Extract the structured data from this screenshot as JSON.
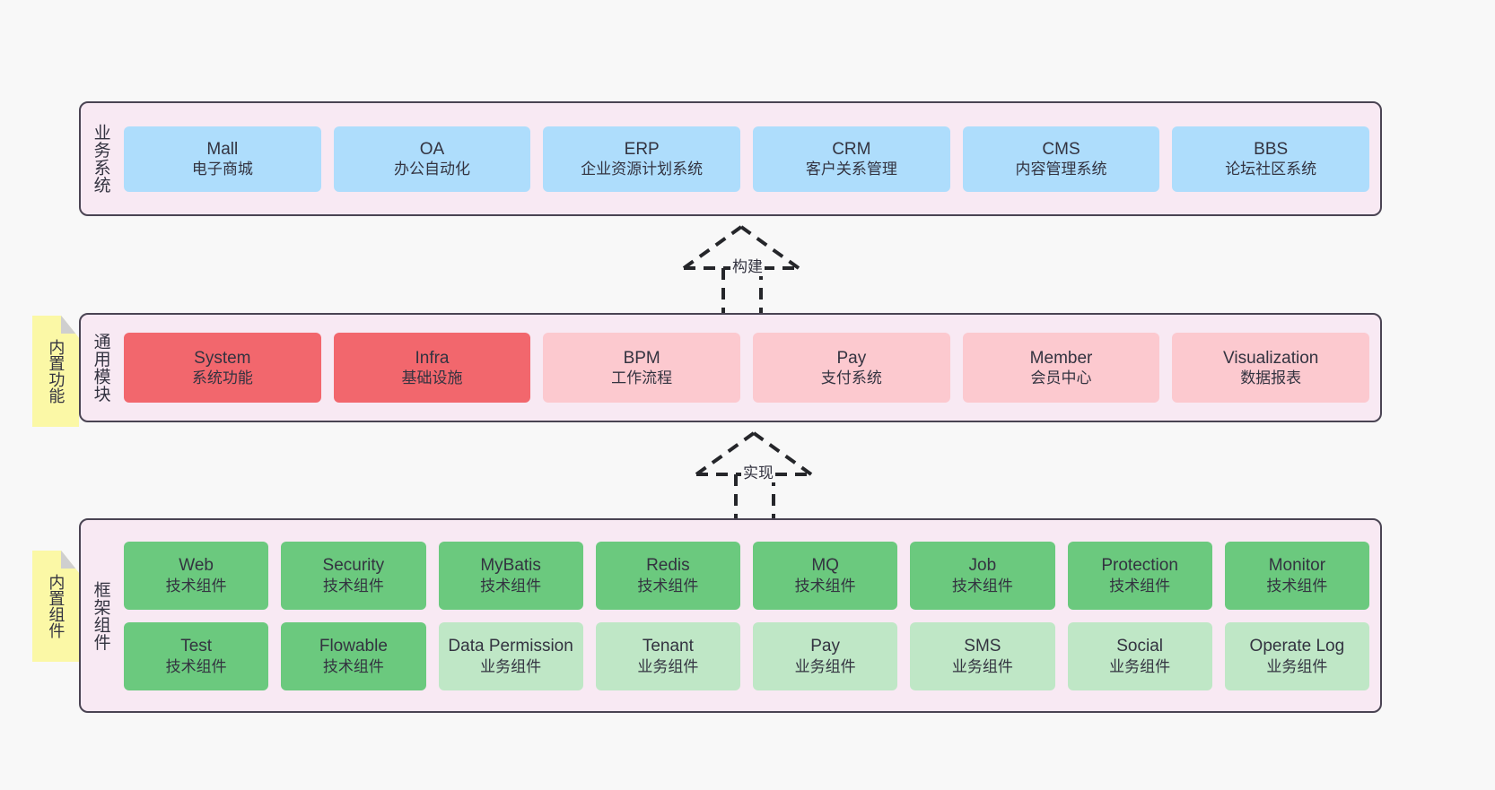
{
  "diagram": {
    "title": "",
    "colors": {
      "layer_background": "#f8e9f3",
      "layer_border": "#4a4453",
      "business_node": "#aeddfc",
      "common_core_node": "#f2676d",
      "common_optional_node": "#fcc9cf",
      "framework_tech_node": "#6bc97e",
      "framework_business_node": "#bfe7c6",
      "sticky_note": "#fbf8a6",
      "canvas": "#f8f8f8"
    }
  },
  "layers": {
    "business": {
      "title": "业务系统",
      "sticky": null,
      "nodes": [
        {
          "title": "Mall",
          "sub": "电子商城",
          "style": "blue"
        },
        {
          "title": "OA",
          "sub": "办公自动化",
          "style": "blue"
        },
        {
          "title": "ERP",
          "sub": "企业资源计划系统",
          "style": "blue"
        },
        {
          "title": "CRM",
          "sub": "客户关系管理",
          "style": "blue"
        },
        {
          "title": "CMS",
          "sub": "内容管理系统",
          "style": "blue"
        },
        {
          "title": "BBS",
          "sub": "论坛社区系统",
          "style": "blue"
        }
      ]
    },
    "common": {
      "title": "通用模块",
      "sticky": "内置功能",
      "nodes": [
        {
          "title": "System",
          "sub": "系统功能",
          "style": "red-strong"
        },
        {
          "title": "Infra",
          "sub": "基础设施",
          "style": "red-strong"
        },
        {
          "title": "BPM",
          "sub": "工作流程",
          "style": "red-light"
        },
        {
          "title": "Pay",
          "sub": "支付系统",
          "style": "red-light"
        },
        {
          "title": "Member",
          "sub": "会员中心",
          "style": "red-light"
        },
        {
          "title": "Visualization",
          "sub": "数据报表",
          "style": "red-light"
        }
      ]
    },
    "framework": {
      "title": "框架组件",
      "sticky": "内置组件",
      "rows": [
        [
          {
            "title": "Web",
            "sub": "技术组件",
            "style": "green-strong"
          },
          {
            "title": "Security",
            "sub": "技术组件",
            "style": "green-strong"
          },
          {
            "title": "MyBatis",
            "sub": "技术组件",
            "style": "green-strong"
          },
          {
            "title": "Redis",
            "sub": "技术组件",
            "style": "green-strong"
          },
          {
            "title": "MQ",
            "sub": "技术组件",
            "style": "green-strong"
          },
          {
            "title": "Job",
            "sub": "技术组件",
            "style": "green-strong"
          },
          {
            "title": "Protection",
            "sub": "技术组件",
            "style": "green-strong"
          },
          {
            "title": "Monitor",
            "sub": "技术组件",
            "style": "green-strong"
          }
        ],
        [
          {
            "title": "Test",
            "sub": "技术组件",
            "style": "green-strong"
          },
          {
            "title": "Flowable",
            "sub": "技术组件",
            "style": "green-strong"
          },
          {
            "title": "Data Permission",
            "sub": "业务组件",
            "style": "green-light"
          },
          {
            "title": "Tenant",
            "sub": "业务组件",
            "style": "green-light"
          },
          {
            "title": "Pay",
            "sub": "业务组件",
            "style": "green-light"
          },
          {
            "title": "SMS",
            "sub": "业务组件",
            "style": "green-light"
          },
          {
            "title": "Social",
            "sub": "业务组件",
            "style": "green-light"
          },
          {
            "title": "Operate Log",
            "sub": "业务组件",
            "style": "green-light"
          }
        ]
      ]
    }
  },
  "connectors": [
    {
      "name": "build",
      "label": "构建",
      "from": "common",
      "to": "business"
    },
    {
      "name": "implement",
      "label": "实现",
      "from": "framework",
      "to": "common"
    }
  ]
}
